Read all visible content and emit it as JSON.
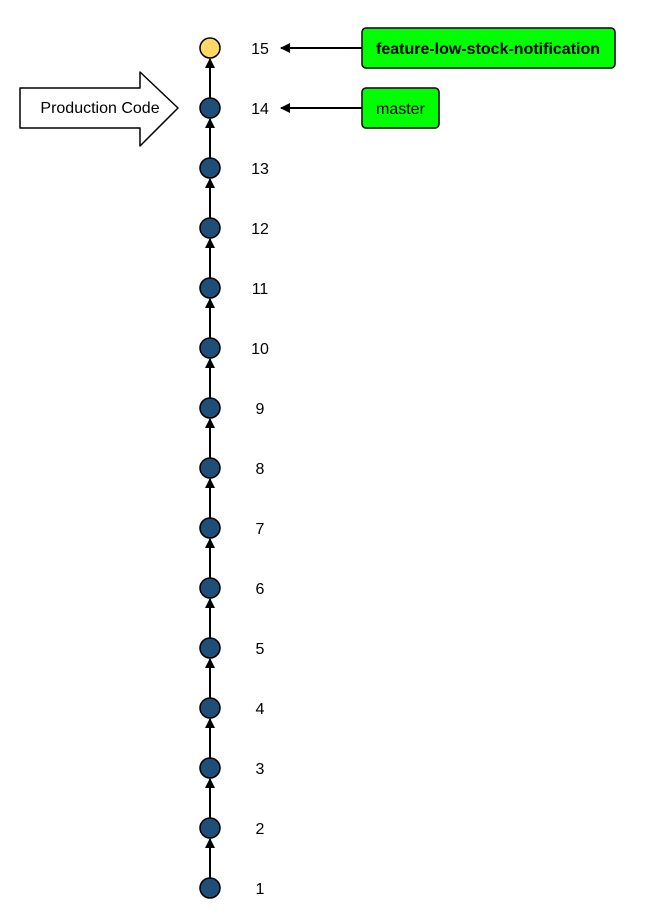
{
  "diagram": {
    "commits": [
      "1",
      "2",
      "3",
      "4",
      "5",
      "6",
      "7",
      "8",
      "9",
      "10",
      "11",
      "12",
      "13",
      "14",
      "15"
    ],
    "highlighted_commit": "15",
    "production_marker": {
      "label": "Production Code",
      "commit": "14"
    },
    "branches": [
      {
        "name": "feature-low-stock-notification",
        "commit": "15",
        "bold": true
      },
      {
        "name": "master",
        "commit": "14",
        "bold": false
      }
    ],
    "colors": {
      "commit_fill": "#1f4e79",
      "highlight_fill": "#ffd966",
      "branch_fill": "#00ff00",
      "line": "#000000",
      "production_fill": "#ffffff"
    }
  }
}
